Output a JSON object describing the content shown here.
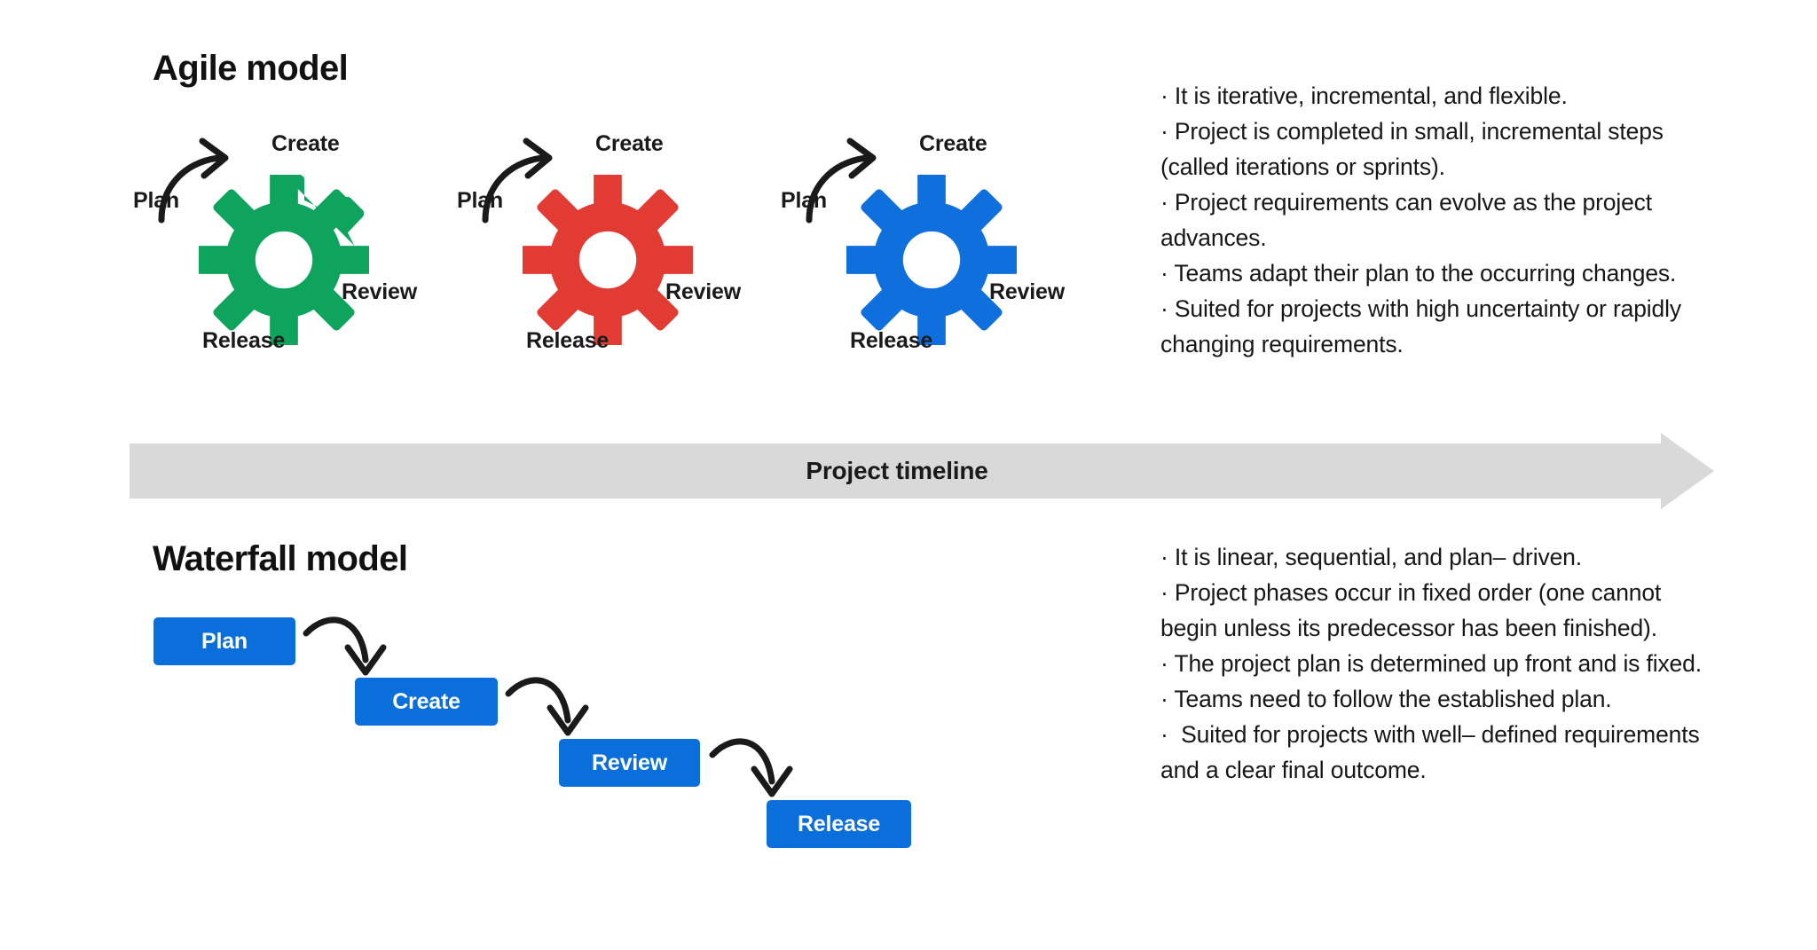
{
  "agile": {
    "title": "Agile model",
    "gears": [
      {
        "color": "#0ea45d",
        "name": "green-gear",
        "labels": {
          "create": "Create",
          "plan": "Plan",
          "review": "Review",
          "release": "Release"
        }
      },
      {
        "color": "#e23b33",
        "name": "red-gear",
        "labels": {
          "create": "Create",
          "plan": "Plan",
          "review": "Review",
          "release": "Release"
        }
      },
      {
        "color": "#0f6fdc",
        "name": "blue-gear",
        "labels": {
          "create": "Create",
          "plan": "Plan",
          "review": "Review",
          "release": "Release"
        }
      }
    ],
    "bullets": [
      "· It is iterative, incremental, and flexible.",
      "· Project is completed in small, incremental steps (called iterations or sprints).",
      "· Project requirements can evolve as the project advances.",
      "· Teams adapt their plan to the occurring changes.",
      "· Suited for projects with high uncertainty or rapidly changing requirements."
    ]
  },
  "timeline": {
    "label": "Project timeline",
    "color": "#d9d9d9"
  },
  "waterfall": {
    "title": "Waterfall model",
    "box_color": "#0b6fdb",
    "phases": [
      {
        "label": "Plan"
      },
      {
        "label": "Create"
      },
      {
        "label": "Review"
      },
      {
        "label": "Release"
      }
    ],
    "bullets": [
      "· It is linear, sequential, and plan– driven.",
      "· Project phases occur in fixed order (one cannot begin unless its predecessor has been finished).",
      "· The project plan is determined up front and is fixed.",
      "· Teams need to follow the established plan.",
      "·  Suited for projects with well– defined requirements and a clear final outcome."
    ]
  }
}
